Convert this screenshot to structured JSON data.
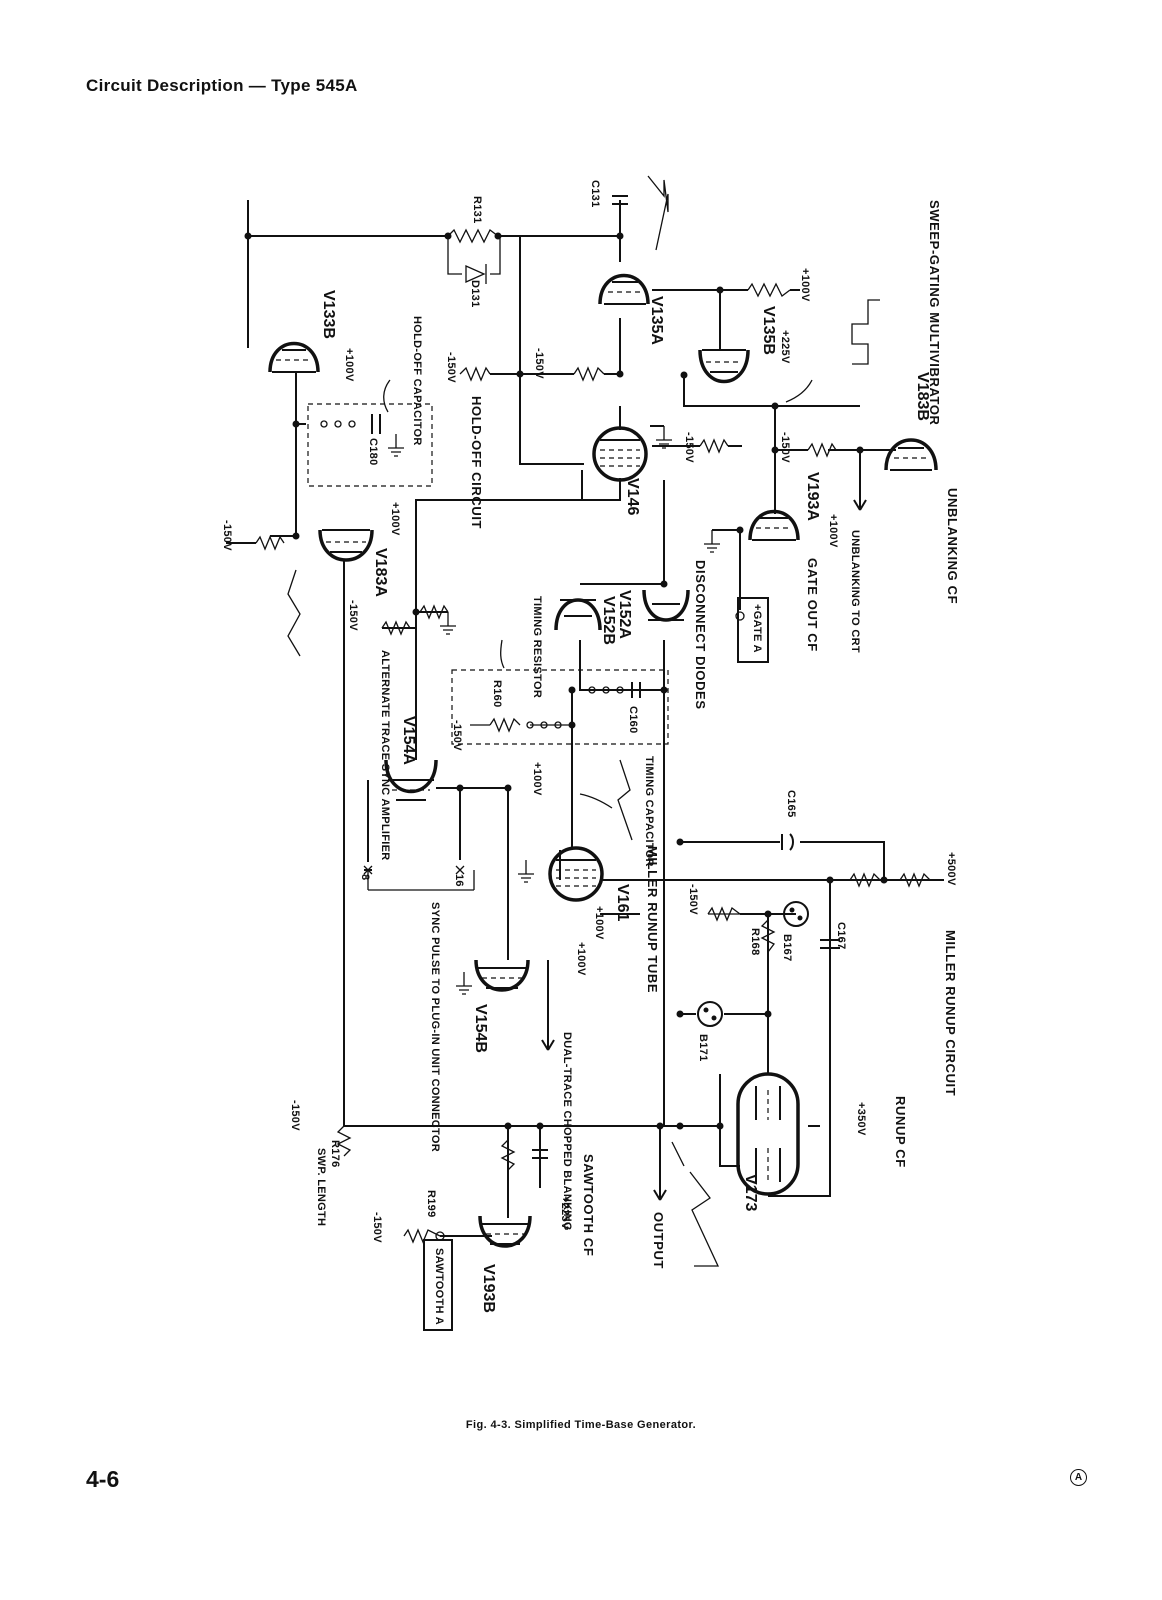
{
  "header": {
    "running_head": "Circuit Description — Type 545A",
    "page_number": "4-6",
    "mark": "A"
  },
  "figure": {
    "caption": "Fig. 4-3. Simplified Time-Base Generator."
  },
  "schematic": {
    "stages": {
      "sweep_gating": "SWEEP-GATING MULTIVIBRATOR",
      "unblanking_cf": "UNBLANKING CF",
      "unblanking_to_crt": "UNBLANKING TO CRT",
      "gate_out_cf": "GATE OUT CF",
      "disconnect_diodes": "DISCONNECT DIODES",
      "miller_runup": "MILLER RUNUP CIRCUIT",
      "runup_cf": "RUNUP CF",
      "miller_runup_tube": "MILLER RUNUP TUBE",
      "timing_resistor": "TIMING RESISTOR",
      "timing_capacitor": "TIMING CAPACITOR",
      "hold_off_capacitor": "HOLD-OFF CAPACITOR",
      "hold_off_circuit": "HOLD-OFF CIRCUIT",
      "alt_trace_sync": "ALTERNATE TRACE SYNC AMPLIFIER",
      "sync_pulse": "SYNC PULSE TO PLUG-IN UNIT CONNECTOR",
      "dual_trace": "DUAL-TRACE CHOPPED BLANKING",
      "sawtooth_cf": "SAWTOOTH CF",
      "output": "OUTPUT",
      "swp_length": "SWP. LENGTH"
    },
    "tubes": {
      "v135a": "V135A",
      "v135b": "V135B",
      "v133b": "V133B",
      "v183b": "V183B",
      "v183a": "V183A",
      "v193a": "V193A",
      "v193b": "V193B",
      "v146": "V146",
      "v152a": "V152A",
      "v152b": "V152B",
      "v154a": "V154A",
      "v154b": "V154B",
      "v161": "V161",
      "v173": "V173"
    },
    "components": {
      "r131": "R131",
      "d131": "D131",
      "c131": "C131",
      "c180": "C180",
      "r160": "R160",
      "c160": "C160",
      "c165": "C165",
      "c167": "C167",
      "r168": "R168",
      "b167": "B167",
      "b171": "B171",
      "r176": "R176",
      "r199": "R199"
    },
    "voltages": {
      "v100": "+100V",
      "v225": "+225V",
      "v350": "+350V",
      "v500": "+500V",
      "vneg150": "-150V"
    },
    "connectors": {
      "gate_a": "+GATE A",
      "sawtooth_a": "SAWTOOTH A",
      "pin8": "8",
      "pin16": "16"
    }
  }
}
